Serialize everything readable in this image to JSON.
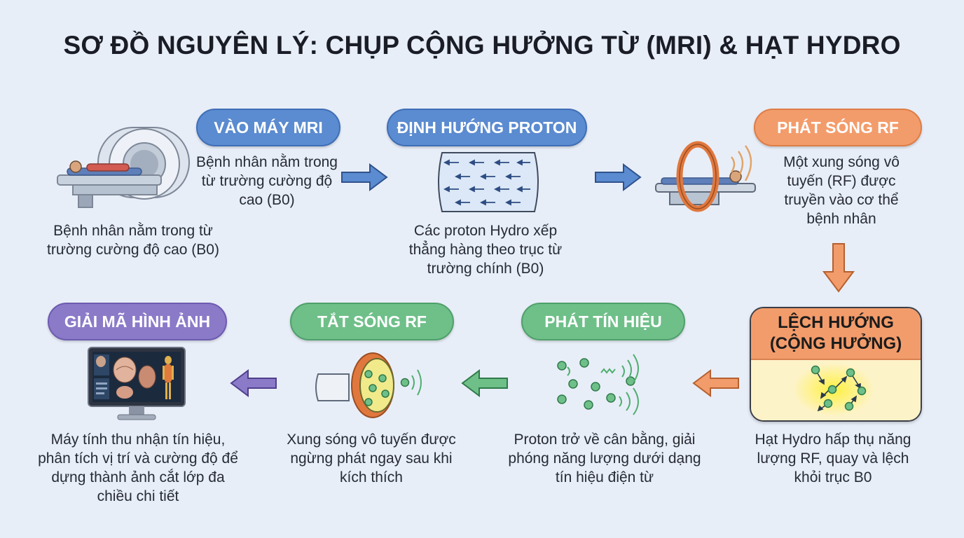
{
  "title": "SƠ ĐỒ NGUYÊN LÝ: CHỤP CỘNG HƯỞNG TỪ (MRI) & HẠT HYDRO",
  "steps": [
    {
      "label": "VÀO MÁY MRI",
      "desc": "Bệnh nhân nằm trong từ trường cường độ cao (B0)",
      "caption": "Bệnh nhân nằm trong từ trường cường độ cao (B0)",
      "color": "#5b8bd0"
    },
    {
      "label": "ĐỊNH HƯỚNG PROTON",
      "caption": "Các proton Hydro xếp thẳng hàng theo trục từ trường chính (B0)",
      "color": "#5b8bd0"
    },
    {
      "label": "PHÁT SÓNG RF",
      "desc": "Một xung sóng vô tuyến (RF) được truyền vào cơ thể bệnh nhân",
      "color": "#f39c6b"
    },
    {
      "label": "LỆCH HƯỚNG (CỘNG HƯỞNG)",
      "caption": "Hạt Hydro hấp thụ năng lượng RF, quay và lệch khỏi trục B0",
      "color": "#f39c6b"
    },
    {
      "label": "PHÁT TÍN HIỆU",
      "caption": "Proton trở về cân bằng, giải phóng năng lượng dưới dạng tín hiệu điện từ",
      "color": "#6fbf89"
    },
    {
      "label": "TẮT SÓNG RF",
      "caption": "Xung sóng vô tuyến được ngừng phát ngay sau khi kích thích",
      "color": "#6fbf89"
    },
    {
      "label": "GIẢI MÃ HÌNH ẢNH",
      "caption": "Máy tính thu nhận tín hiệu, phân tích vị trí và cường độ để dựng thành ảnh cắt lớp đa chiều chi tiết",
      "color": "#8b7ac8"
    }
  ]
}
